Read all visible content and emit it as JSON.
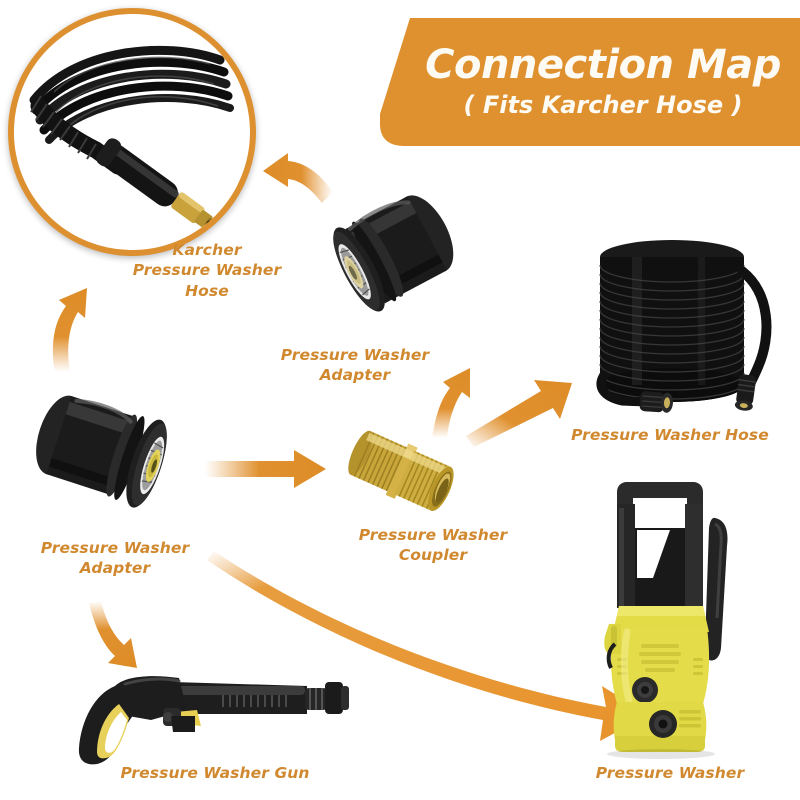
{
  "page": {
    "background": "#ffffff",
    "accent": "#dd9030",
    "accent_dark": "#c97f26",
    "label_color": "#d1892f"
  },
  "header": {
    "title": "Connection Map",
    "subtitle": "( Fits Karcher Hose )",
    "banner_color": "#e0912f",
    "text_color": "#fdfbf4"
  },
  "nodes": [
    {
      "id": "karcher-hose",
      "label_lines": [
        "Karcher",
        "Pressure Washer",
        "Hose"
      ],
      "icon": "coiled-hose-with-brass-tip-in-circle"
    },
    {
      "id": "adapter-top",
      "label_lines": [
        "Pressure Washer",
        "Adapter"
      ],
      "icon": "black-quick-connect-adapter"
    },
    {
      "id": "hose-coil",
      "label_lines": [
        "Pressure Washer Hose"
      ],
      "icon": "coiled-black-hose"
    },
    {
      "id": "adapter-left",
      "label_lines": [
        "Pressure Washer",
        "Adapter"
      ],
      "icon": "black-quick-connect-adapter"
    },
    {
      "id": "coupler",
      "label_lines": [
        "Pressure Washer",
        "Coupler"
      ],
      "icon": "brass-double-male-coupler"
    },
    {
      "id": "gun",
      "label_lines": [
        "Pressure Washer Gun"
      ],
      "icon": "black-yellow-spray-gun"
    },
    {
      "id": "washer",
      "label_lines": [
        "Pressure Washer"
      ],
      "icon": "yellow-pressure-washer-machine"
    }
  ],
  "connections": [
    {
      "id": "adapter-top-to-karcher-hose",
      "style": "curved-arrow-left"
    },
    {
      "id": "adapter-left-to-karcher-hose",
      "style": "curved-arrow-up"
    },
    {
      "id": "coupler-to-adapter-top",
      "style": "curved-arrow-up"
    },
    {
      "id": "coupler-to-hose-coil",
      "style": "straight-arrow-up-right"
    },
    {
      "id": "adapter-left-to-coupler",
      "style": "straight-arrow-right"
    },
    {
      "id": "adapter-left-to-gun",
      "style": "curved-arrow-down"
    },
    {
      "id": "coupler-area-to-washer",
      "style": "long-curved-arrow-down-right"
    }
  ]
}
